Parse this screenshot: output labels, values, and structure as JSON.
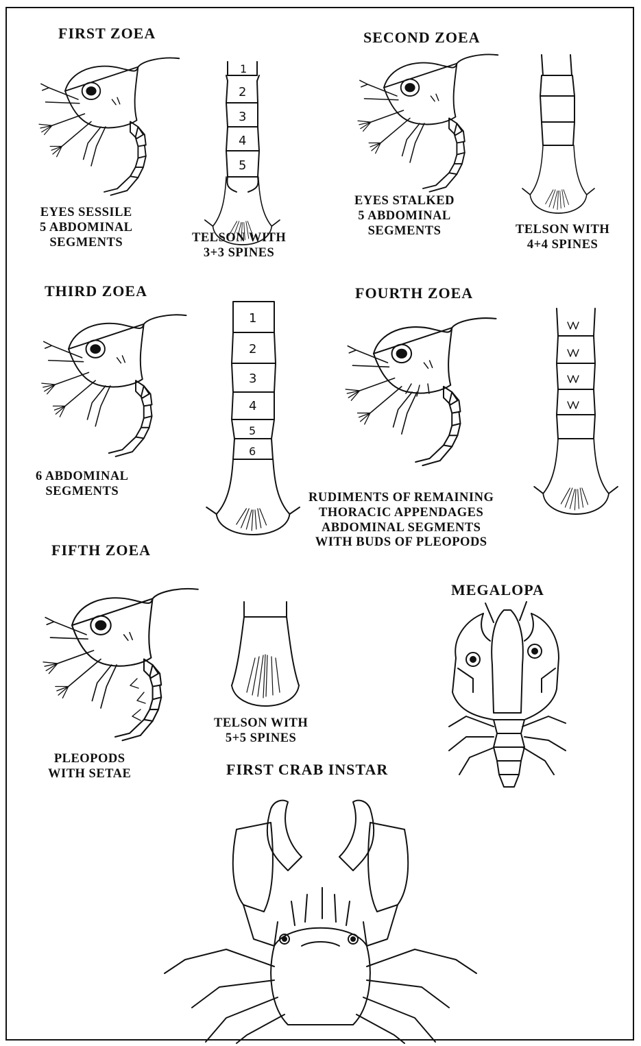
{
  "stages": {
    "first_zoea": {
      "title": "FIRST ZOEA",
      "caption": [
        "EYES SESSILE",
        "5 ABDOMINAL",
        "SEGMENTS"
      ],
      "telson": [
        "TELSON WITH",
        "3+3 SPINES"
      ],
      "segment_numbers": [
        "1",
        "2",
        "3",
        "4",
        "5"
      ]
    },
    "second_zoea": {
      "title": "SECOND ZOEA",
      "caption": [
        "EYES STALKED",
        "5 ABDOMINAL",
        "SEGMENTS"
      ],
      "telson": [
        "TELSON WITH",
        "4+4 SPINES"
      ]
    },
    "third_zoea": {
      "title": "THIRD ZOEA",
      "caption": [
        "6 ABDOMINAL",
        "SEGMENTS"
      ],
      "segment_numbers": [
        "1",
        "2",
        "3",
        "4",
        "5",
        "6"
      ]
    },
    "fourth_zoea": {
      "title": "FOURTH ZOEA",
      "caption": [
        "RUDIMENTS OF REMAINING",
        "THORACIC APPENDAGES",
        "ABDOMINAL SEGMENTS",
        "WITH BUDS OF PLEOPODS"
      ]
    },
    "fifth_zoea": {
      "title": "FIFTH ZOEA",
      "caption": [
        "PLEOPODS",
        "WITH SETAE"
      ],
      "telson": [
        "TELSON WITH",
        "5+5 SPINES"
      ]
    },
    "megalopa": {
      "title": "MEGALOPA"
    },
    "first_crab_instar": {
      "title": "FIRST CRAB INSTAR"
    }
  }
}
